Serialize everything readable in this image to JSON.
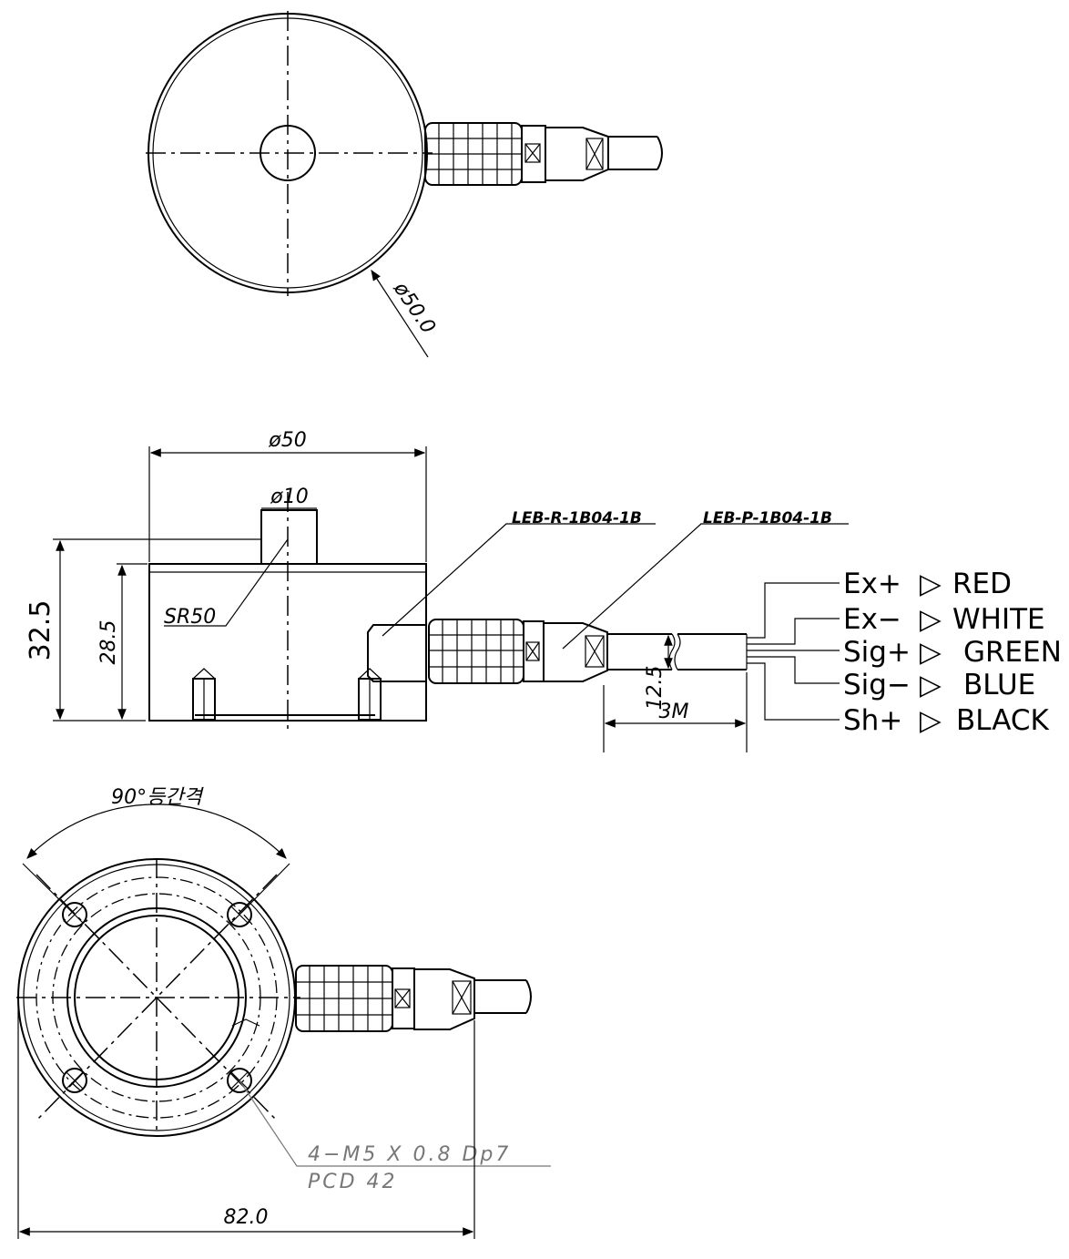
{
  "top_view": {
    "diameter_label": "ø50.0"
  },
  "side_view": {
    "diameter_outer": "ø50",
    "diameter_button": "ø10",
    "spherical_radius": "SR50",
    "height_total": "32.5",
    "height_body": "28.5",
    "connector_receptacle": "LEB-R-1B04-1B",
    "connector_plug": "LEB-P-1B04-1B",
    "cable_diameter": "12.5",
    "cable_length": "3M"
  },
  "wiring": [
    {
      "signal": "Ex+",
      "arrow": "▷",
      "color": "RED"
    },
    {
      "signal": "Ex−",
      "arrow": "▷",
      "color": "WHITE"
    },
    {
      "signal": "Sig+",
      "arrow": "▷",
      "color": "GREEN"
    },
    {
      "signal": "Sig−",
      "arrow": "▷",
      "color": "BLUE"
    },
    {
      "signal": "Sh+",
      "arrow": "▷",
      "color": "BLACK"
    }
  ],
  "bottom_view": {
    "angle_note": "90°등간격",
    "hole_spec": "4−M5  X  0.8  Dp7",
    "pcd": "PCD  42",
    "overall_length": "82.0"
  }
}
